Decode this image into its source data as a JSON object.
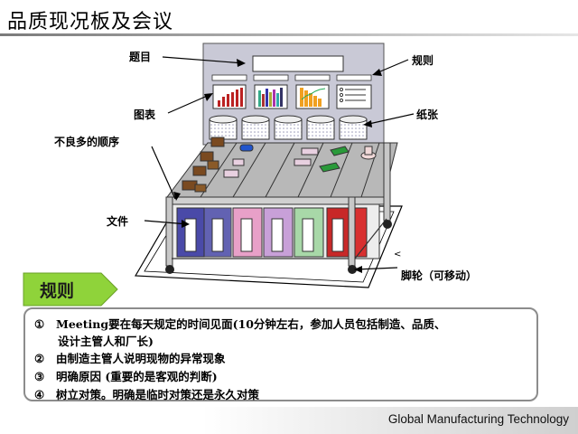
{
  "page": {
    "title": "品质现况板及会议",
    "footer": "Global Manufacturing Technology"
  },
  "diagram": {
    "callouts": {
      "topic": "题目",
      "rules": "规则",
      "chart": "图表",
      "paper": "纸张",
      "defect_order": "不良多的顺序",
      "document": "文件",
      "caster": "脚轮（可移动）"
    },
    "colors": {
      "board": "#c9c9d6",
      "shelf_blue": "#4a4aa8",
      "shelf_pink": "#e8a0c8",
      "shelf_green": "#a8d8a8",
      "shelf_purple": "#c8a0d8",
      "shelf_red": "#c82828",
      "accent_green": "#8fd33a"
    }
  },
  "rules_section": {
    "label": "规则",
    "items": [
      {
        "num": "①",
        "text": "Meeting要在每天规定的时间见面(10分钟左右，参加人员包括制造、品质、",
        "cont": "设计主管人和厂长)"
      },
      {
        "num": "②",
        "text": "由制造主管人说明现物的异常现象"
      },
      {
        "num": "③",
        "text": "明确原因 (重要的是客观的判断)"
      },
      {
        "num": "④",
        "text": "树立对策。明确是临时对策还是永久对策"
      }
    ]
  }
}
